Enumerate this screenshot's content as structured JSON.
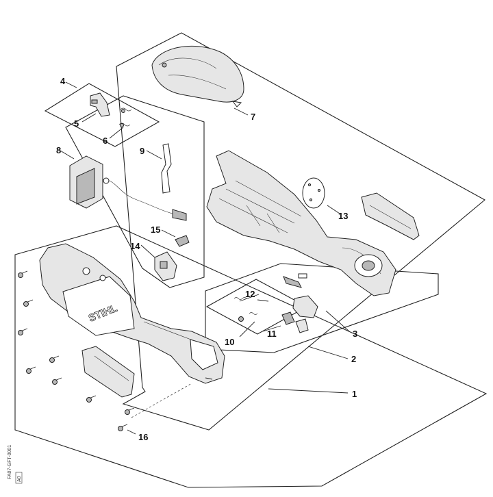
{
  "diagram": {
    "callouts": [
      {
        "id": "c1",
        "label": "1"
      },
      {
        "id": "c2",
        "label": "2"
      },
      {
        "id": "c3",
        "label": "3"
      },
      {
        "id": "c4",
        "label": "4"
      },
      {
        "id": "c5",
        "label": "5"
      },
      {
        "id": "c6",
        "label": "6"
      },
      {
        "id": "c7",
        "label": "7"
      },
      {
        "id": "c8",
        "label": "8"
      },
      {
        "id": "c9",
        "label": "9"
      },
      {
        "id": "c10",
        "label": "10"
      },
      {
        "id": "c11",
        "label": "11"
      },
      {
        "id": "c12",
        "label": "12"
      },
      {
        "id": "c13",
        "label": "13"
      },
      {
        "id": "c14",
        "label": "14"
      },
      {
        "id": "c15",
        "label": "15"
      },
      {
        "id": "c16",
        "label": "16"
      }
    ],
    "brand_logo_text": "STIHL",
    "document_id": "FA07-GFT-0001",
    "document_sub": "A0"
  }
}
